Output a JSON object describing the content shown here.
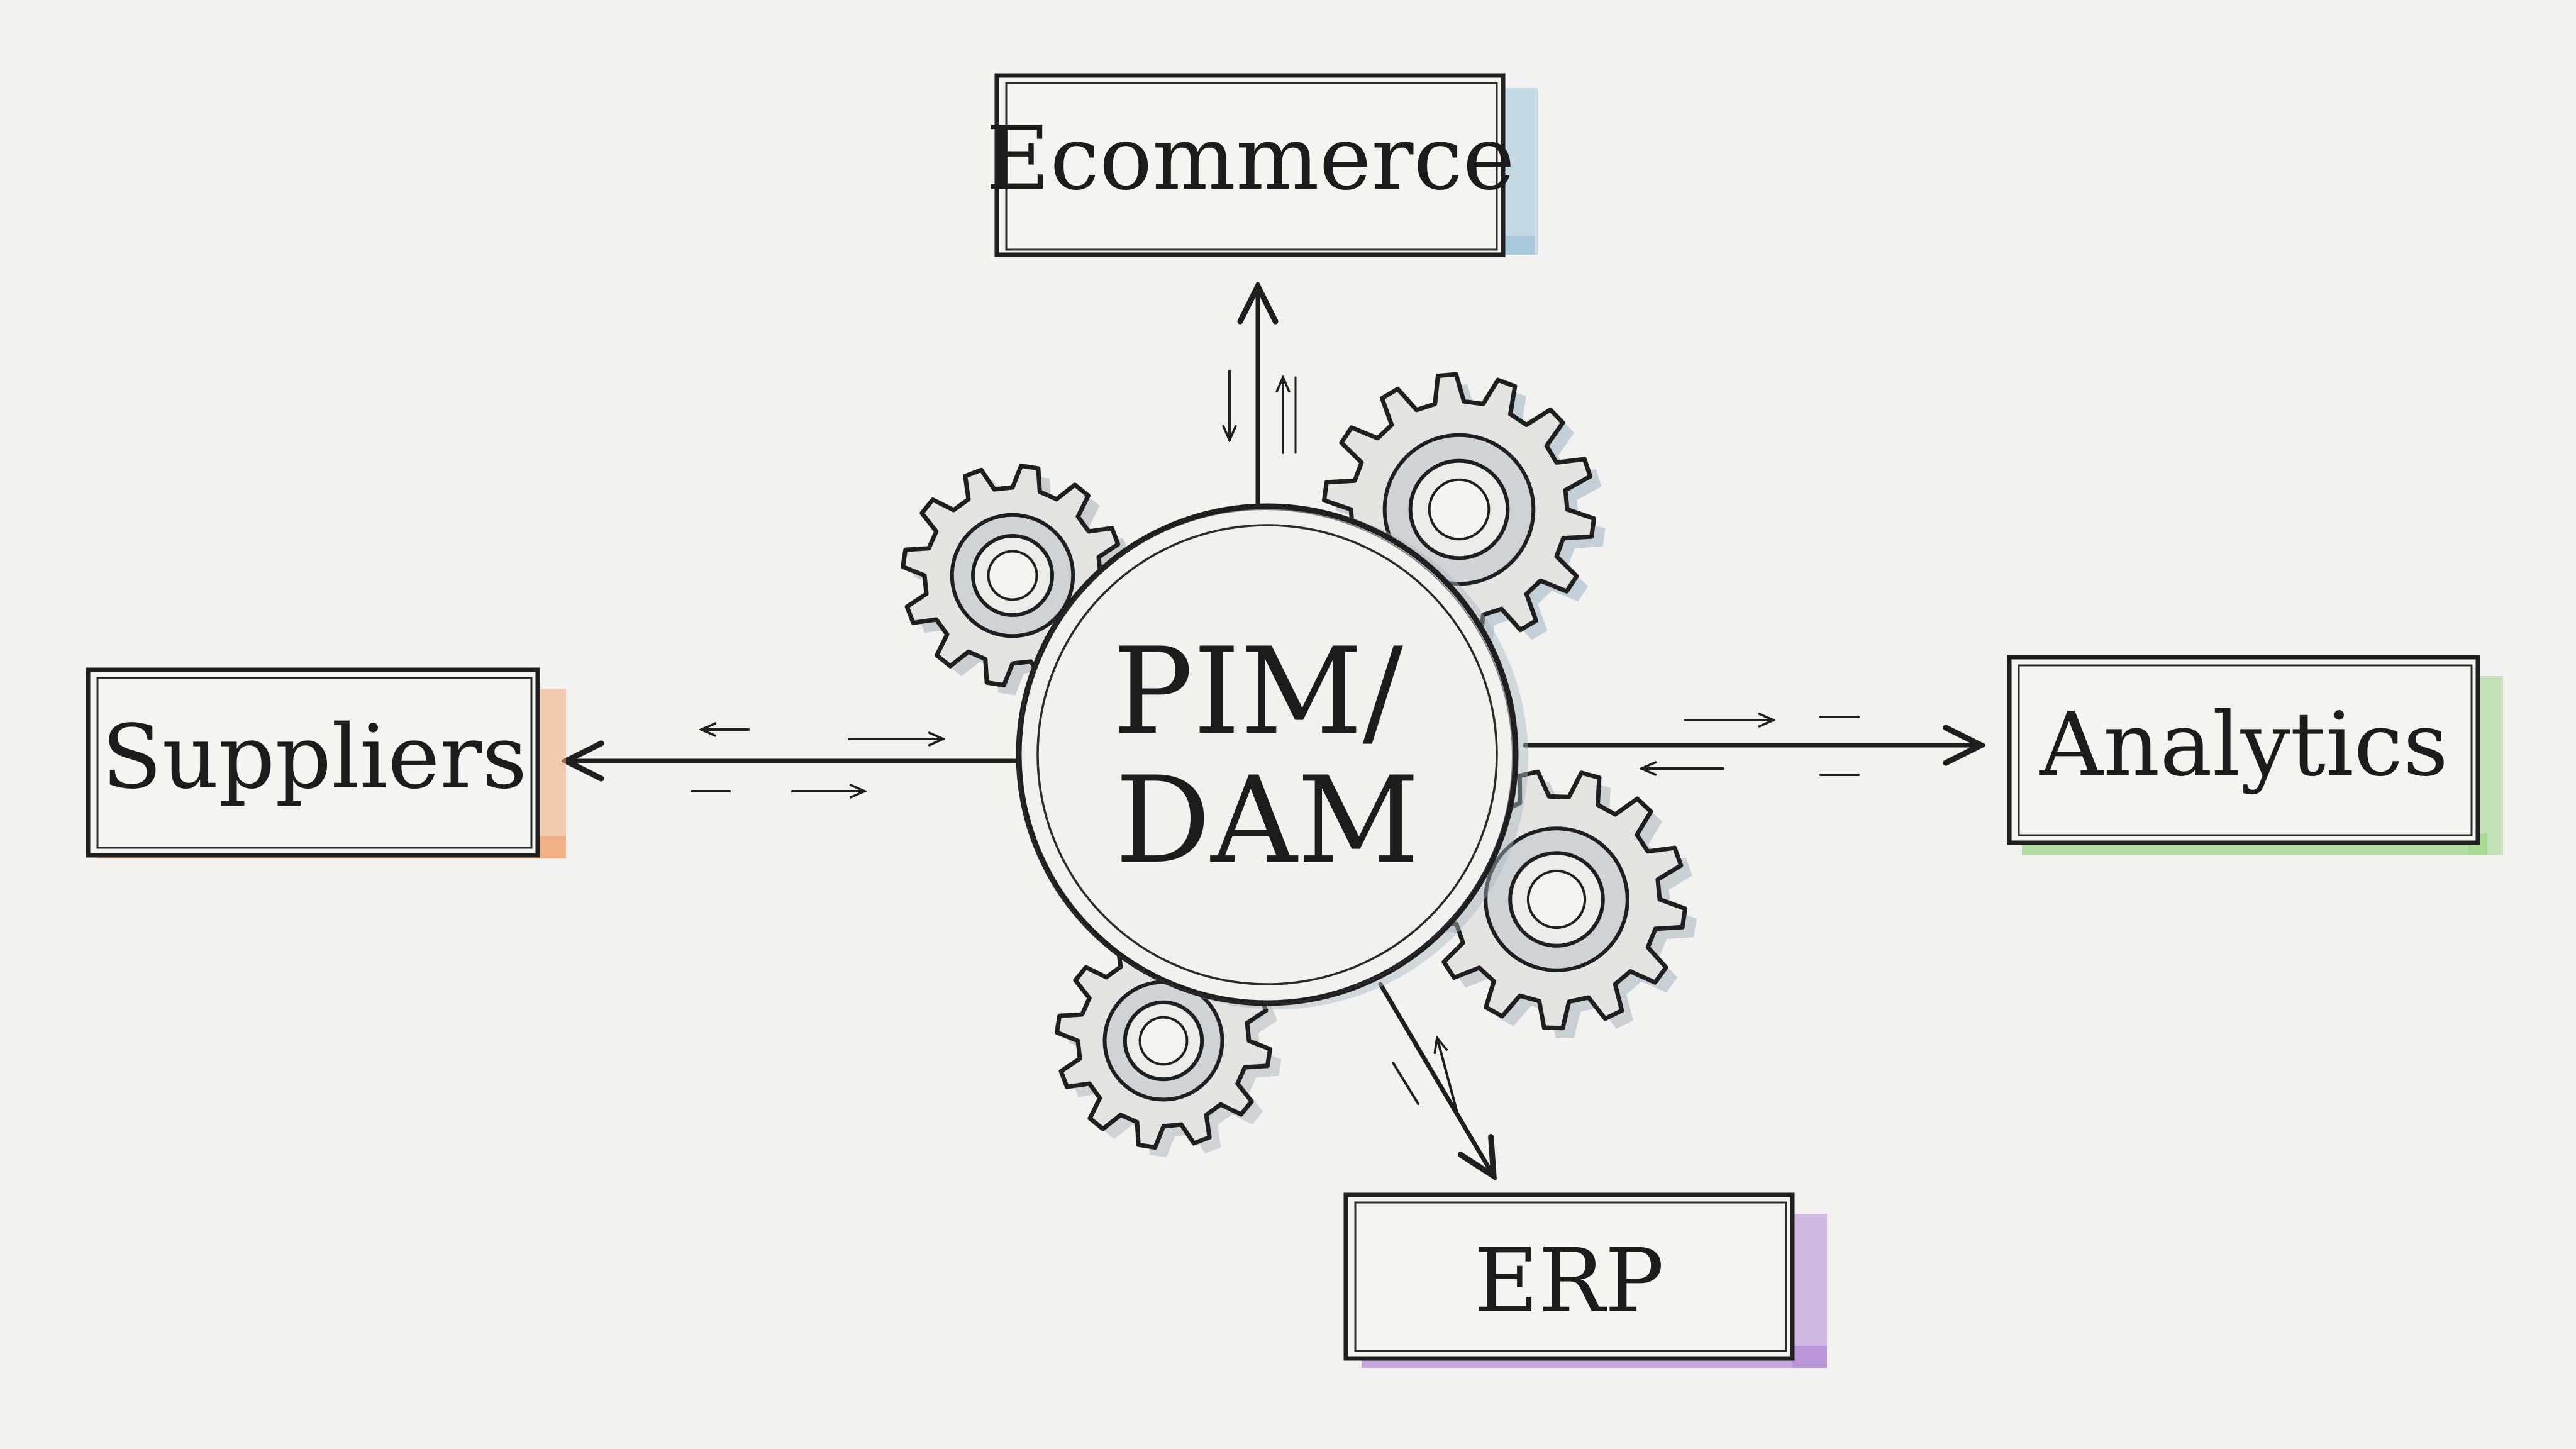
{
  "hub": {
    "line1": "PIM/",
    "line2": "DAM"
  },
  "nodes": [
    {
      "id": "ecommerce",
      "label": "Ecommerce",
      "accent": "#9fc4d9"
    },
    {
      "id": "suppliers",
      "label": "Suppliers",
      "accent": "#f0a77a"
    },
    {
      "id": "analytics",
      "label": "Analytics",
      "accent": "#9fd68a"
    },
    {
      "id": "erp",
      "label": "ERP",
      "accent": "#b48ad6"
    }
  ],
  "colors": {
    "ink": "#1f1f1f",
    "paper": "#f2f2f0",
    "gear_fill": "#e4e4e2",
    "gear_shadow": "#b9c7cf"
  },
  "icons": [
    "gear-icon",
    "gear-icon",
    "gear-icon",
    "gear-icon",
    "arrow-icon"
  ]
}
